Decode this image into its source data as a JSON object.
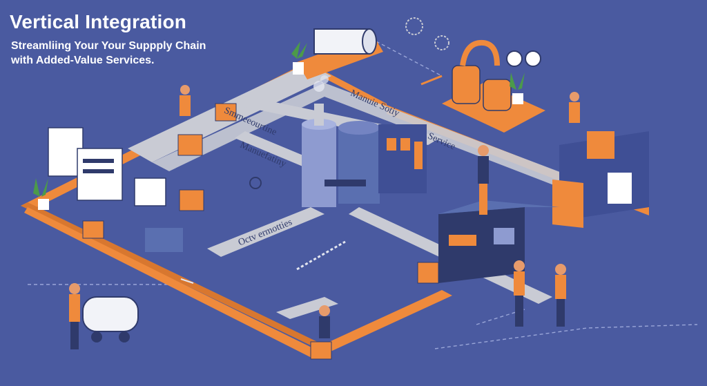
{
  "header": {
    "title": "Vertical Integration",
    "subtitle_line1": "Streamliing Your Your Suppply Chain",
    "subtitle_line2": "with Added-Value Services."
  },
  "road_labels": {
    "label1": "Smmeeourtine",
    "label2": "Manuie Sotiy",
    "label3": "Manuefatiny",
    "label4": "Service",
    "label5": "Octv ermotties"
  },
  "colors": {
    "background": "#4a5aa0",
    "orange": "#ef8a3c",
    "road": "#c9cbd4",
    "navy": "#2f3a6b",
    "steel": "#5a6fb0"
  }
}
